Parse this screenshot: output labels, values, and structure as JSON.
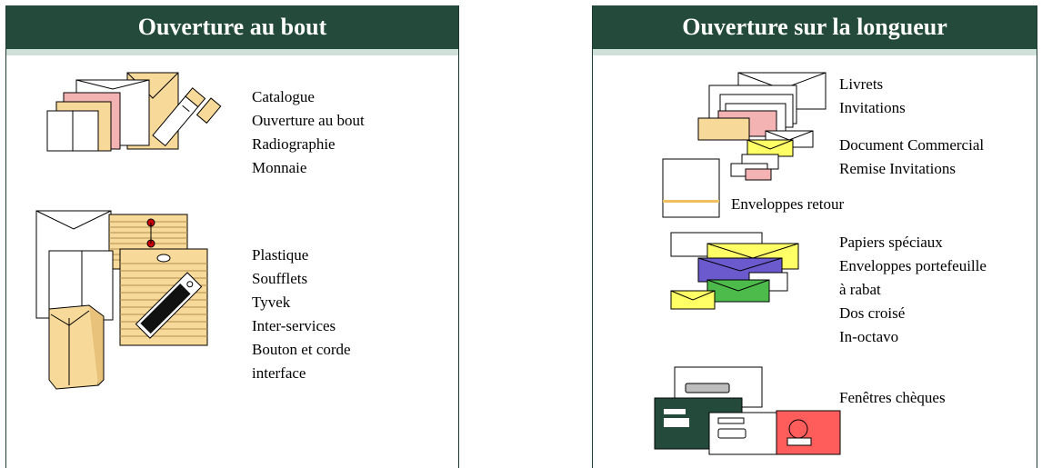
{
  "left_panel": {
    "title": "Ouverture au bout",
    "group1": [
      "Catalogue",
      "Ouverture au bout",
      "Radiographie",
      "Monnaie"
    ],
    "group2": [
      "Plastique",
      "Soufflets",
      "Tyvek",
      "Inter-services",
      "Bouton et corde",
      "interface"
    ]
  },
  "right_panel": {
    "title": "Ouverture sur la longueur",
    "group1": [
      "Livrets",
      "Invitations"
    ],
    "group2": [
      "Document Commercial",
      "Remise Invitations"
    ],
    "group3_label": "Enveloppes retour",
    "group4": [
      "Papiers spéciaux",
      "Enveloppes portefeuille",
      "à rabat",
      "Dos croisé",
      "In-octavo"
    ],
    "group5_label": "Fenêtres chèques"
  }
}
